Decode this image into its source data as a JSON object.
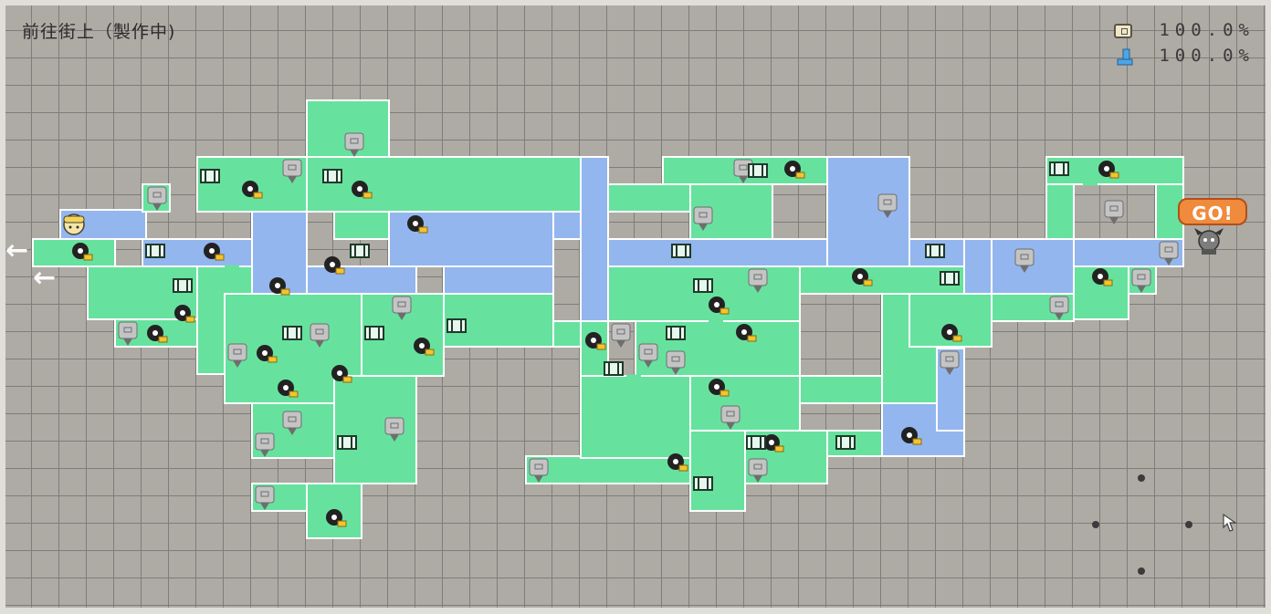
{
  "header": {
    "title": "前往街上（製作中)",
    "chest_rate": "100.0%",
    "explore_rate": "100.0%"
  },
  "icons": {
    "chest": "treasure-chest-icon",
    "explore": "boot-icon",
    "enemy": "enemy-mimic-icon",
    "sign": "signpost-icon",
    "warp": "warp-gate-icon",
    "player": "player-avatar-icon",
    "boss": "boss-demon-icon",
    "cursor": "pointer-hand-icon",
    "exit": "left-arrow-icon"
  },
  "goal": {
    "label": "GO!"
  },
  "colors": {
    "explored_room": "#66e29e",
    "corridor": "#93b6ee",
    "wall": "#ffffff",
    "grid_bg": "#aeaba5",
    "go_badge": "#f08a3c"
  }
}
